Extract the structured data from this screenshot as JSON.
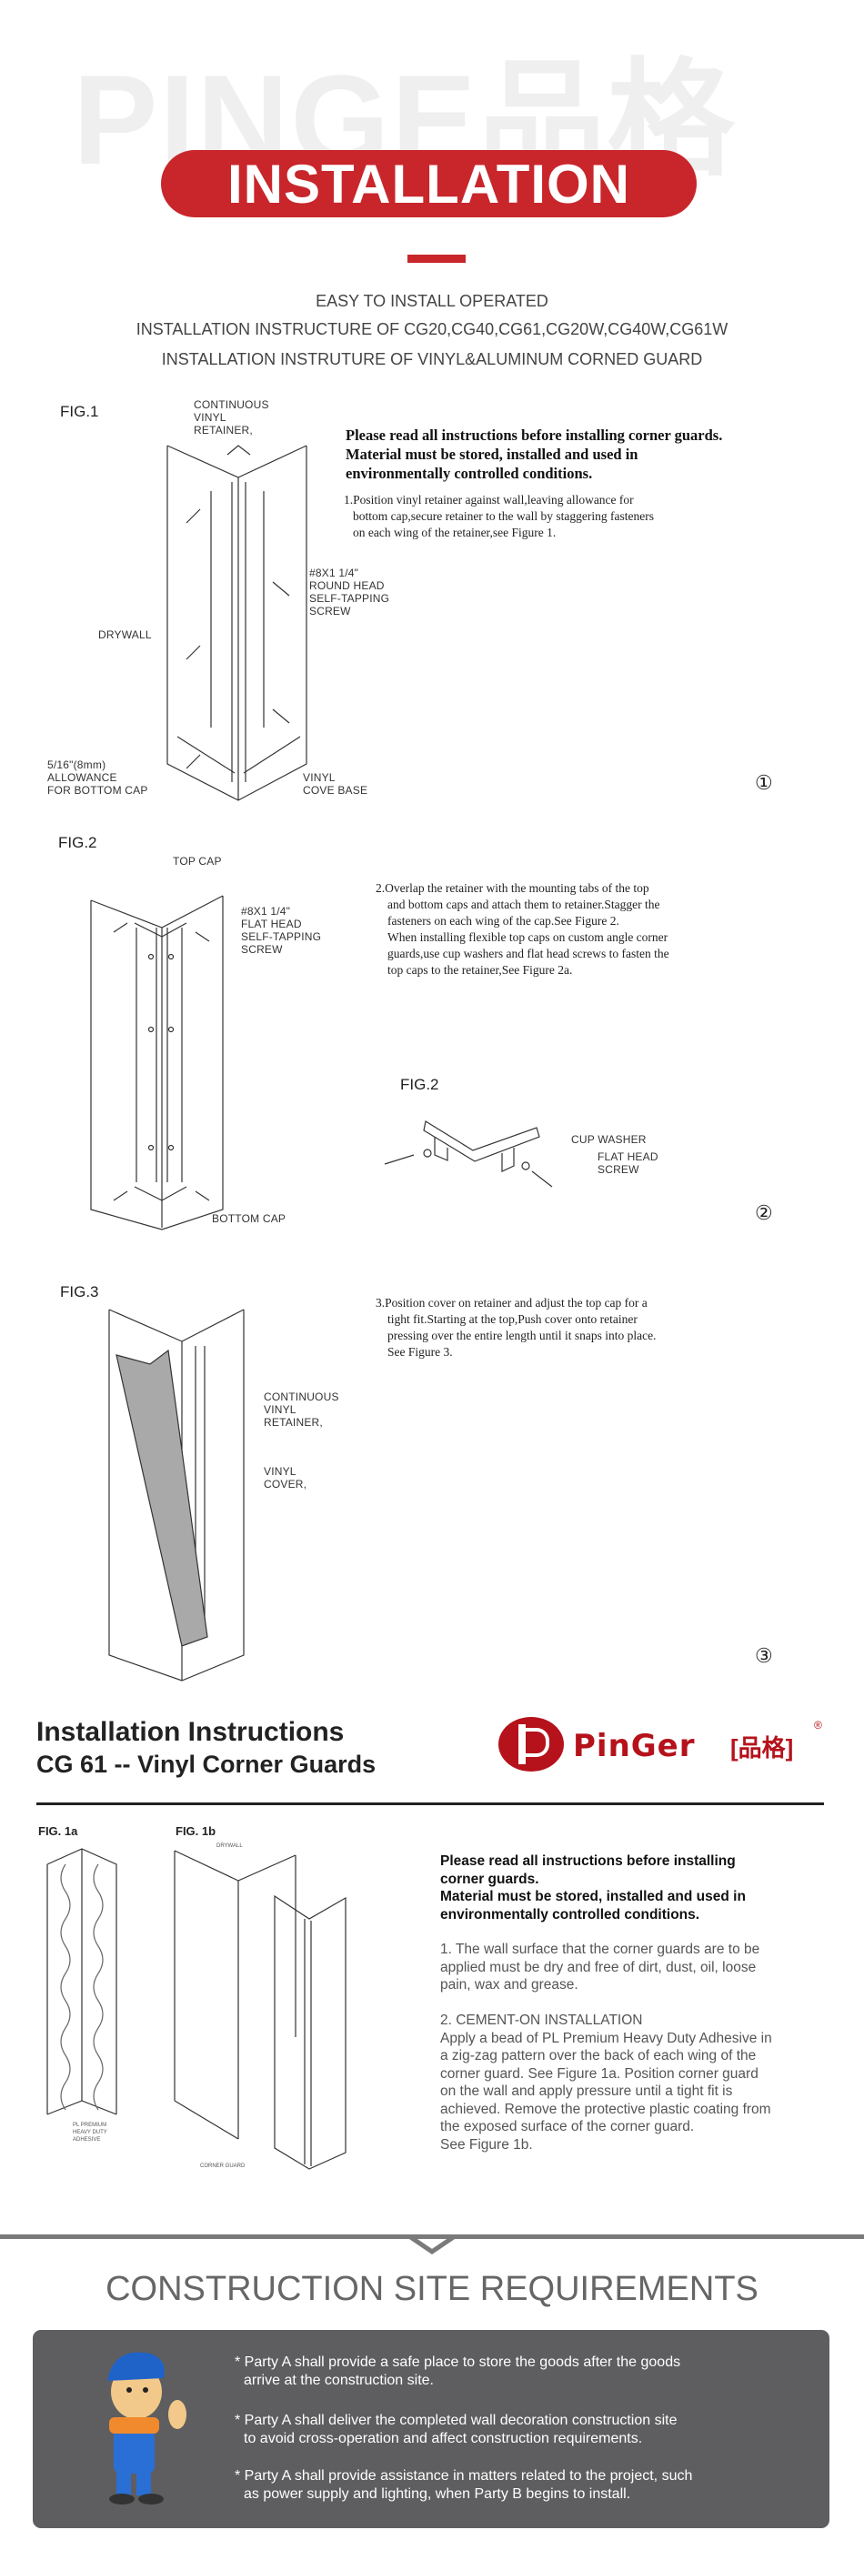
{
  "banner": {
    "watermark": "PINGE品格",
    "title": "INSTALLATION",
    "lines": [
      "EASY TO INSTALL  OPERATED",
      "INSTALLATION INSTRUCTURE OF CG20,CG40,CG61,CG20W,CG40W,CG61W",
      "INSTALLATION INSTRUTURE OF VINYL&ALUMINUM CORNED GUARD"
    ]
  },
  "fig1": {
    "title": "FIG.1",
    "labels": {
      "retainer": [
        "CONTINUOUS",
        "VINYL",
        "RETAINER,"
      ],
      "screw": [
        "#8X1 1/4\"",
        "ROUND HEAD",
        "SELF-TAPPING",
        "SCREW"
      ],
      "drywall": "DRYWALL",
      "allowance": [
        "5/16\"(8mm)",
        "ALLOWANCE",
        "FOR BOTTOM CAP"
      ],
      "cove": [
        "VINYL",
        "COVE BASE"
      ]
    },
    "intro": [
      "Please read all instructions before installing corner guards.",
      "Material must be stored, installed and used in",
      "environmentally controlled conditions."
    ],
    "step": [
      "1.Position vinyl retainer against wall,leaving allowance for",
      "bottom cap,secure retainer to the wall by staggering fasteners",
      "on each wing of the retainer,see Figure 1."
    ],
    "number": "①"
  },
  "fig2": {
    "title": "FIG.2",
    "labels": {
      "top_cap": "TOP CAP",
      "screw": [
        "#8X1 1/4\"",
        "FLAT HEAD",
        "SELF-TAPPING",
        "SCREW"
      ],
      "bottom_cap": "BOTTOM CAP",
      "cup_washer": "CUP WASHER",
      "flat_head": [
        "FLAT HEAD",
        "SCREW"
      ]
    },
    "step": [
      "2.Overlap the retainer with the mounting tabs of the top",
      "and bottom caps and attach them to retainer.Stagger the",
      "fasteners on each wing of the cap.See Figure 2.",
      "When installing flexible top caps on custom angle corner",
      "guards,use cup washers and flat head screws to fasten the",
      "top caps to the retainer,See Figure 2a."
    ],
    "subtitle": "FIG.2",
    "number": "②"
  },
  "fig3": {
    "title": "FIG.3",
    "labels": {
      "retainer": [
        "CONTINUOUS",
        "VINYL",
        "RETAINER,"
      ],
      "cover": [
        "VINYL",
        "COVER,"
      ]
    },
    "step": [
      "3.Position cover on retainer and adjust the top cap for a",
      "tight fit.Starting at the top,Push cover onto retainer",
      "pressing over the entire length until it snaps into place.",
      "See Figure 3."
    ],
    "number": "③"
  },
  "cg61": {
    "title": "Installation Instructions",
    "subtitle": "CG 61  --  Vinyl Corner Guards",
    "logo": {
      "name": "PinGer",
      "cn": "[品格]",
      "reg": "®",
      "color": "#b5121b"
    },
    "fig1a": "FIG. 1a",
    "fig1b": "FIG. 1b",
    "fig1a_label": [
      "PL PREMIUM",
      "HEAVY DUTY",
      "ADHESIVE"
    ],
    "fig1b_drywall": "DRYWALL",
    "fig1b_corner": "CORNER GUARD",
    "intro": [
      "Please read all instructions before installing",
      "corner guards.",
      "Material must be stored, installed and used in",
      "environmentally controlled conditions."
    ],
    "step1": [
      "1. The wall surface that the corner guards are to be",
      "applied must be dry and free of dirt, dust, oil, loose",
      "pain, wax and grease."
    ],
    "step2_title": "2. CEMENT-ON INSTALLATION",
    "step2": [
      "Apply a bead of PL Premium Heavy Duty Adhesive in",
      "a zig-zag pattern over the back of each wing of the",
      "corner guard. See Figure 1a. Position corner guard",
      "on the wall and apply pressure until a tight fit is",
      "achieved. Remove the protective plastic coating from",
      "the exposed surface of the corner guard.",
      "See Figure 1b."
    ]
  },
  "site": {
    "title": "CONSTRUCTION SITE REQUIREMENTS",
    "bullets": [
      [
        "* Party A shall provide a safe place to store the goods after the goods",
        "arrive at the construction site."
      ],
      [
        "* Party A shall deliver the completed wall decoration construction site",
        "to avoid cross-operation and affect construction requirements."
      ],
      [
        "* Party A shall provide assistance in matters related to  the project, such",
        "as power supply and lighting, when Party B begins to install."
      ]
    ]
  },
  "colors": {
    "accent": "#c8262b",
    "box": "#5e5e60",
    "text": "#333333"
  }
}
